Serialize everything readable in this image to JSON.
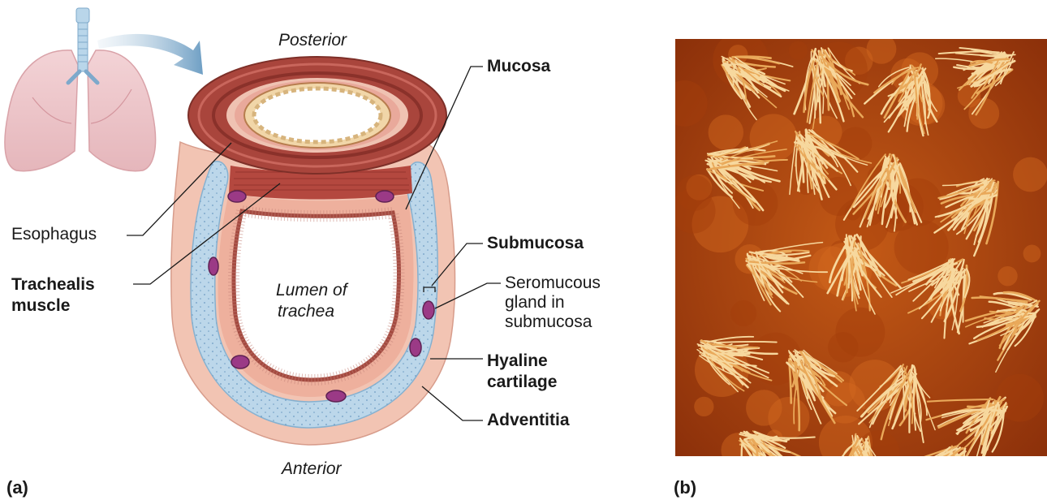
{
  "panel_a": {
    "tag": "(a)",
    "orientation": {
      "top": "Posterior",
      "bottom": "Anterior"
    },
    "lumen": [
      "Lumen of",
      "trachea"
    ],
    "labels": {
      "mucosa": "Mucosa",
      "esophagus": "Esophagus",
      "trachealis": [
        "Trachealis",
        "muscle"
      ],
      "submucosa": "Submucosa",
      "seromucous": [
        "Seromucous",
        "gland in",
        "submucosa"
      ],
      "hyaline": [
        "Hyaline",
        "cartilage"
      ],
      "adventitia": "Adventitia"
    }
  },
  "panel_b": {
    "tag": "(b)"
  },
  "colors": {
    "cartilage": "#b9d6ea",
    "mucosa": "#b5625a",
    "tissue": "#f0b6a4",
    "muscle": "#a23b34",
    "gland": "#9b3a86",
    "cilia_bg": "#b64a0e",
    "cilia": "#f5cf90"
  }
}
